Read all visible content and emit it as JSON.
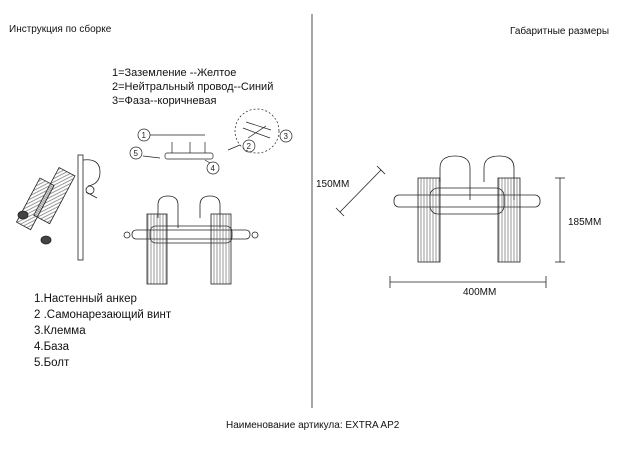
{
  "left_title": "Инструкция по сборке",
  "right_title": "Габаритные размеры",
  "wiring": [
    "1=Заземление --Желтое",
    "2=Нейтральный провод--Синий",
    "3=Фаза--коричневая"
  ],
  "parts": [
    "1.Настенный анкер",
    "2 .Самонарезающий винт",
    "3.Клемма",
    "4.База",
    "5.Болт"
  ],
  "callouts": [
    "1",
    "5",
    "4",
    "2",
    "3"
  ],
  "dimensions": {
    "depth": "150MM",
    "height": "185MM",
    "width": "400MM"
  },
  "footer": "Наименование артикула: EXTRA AP2"
}
